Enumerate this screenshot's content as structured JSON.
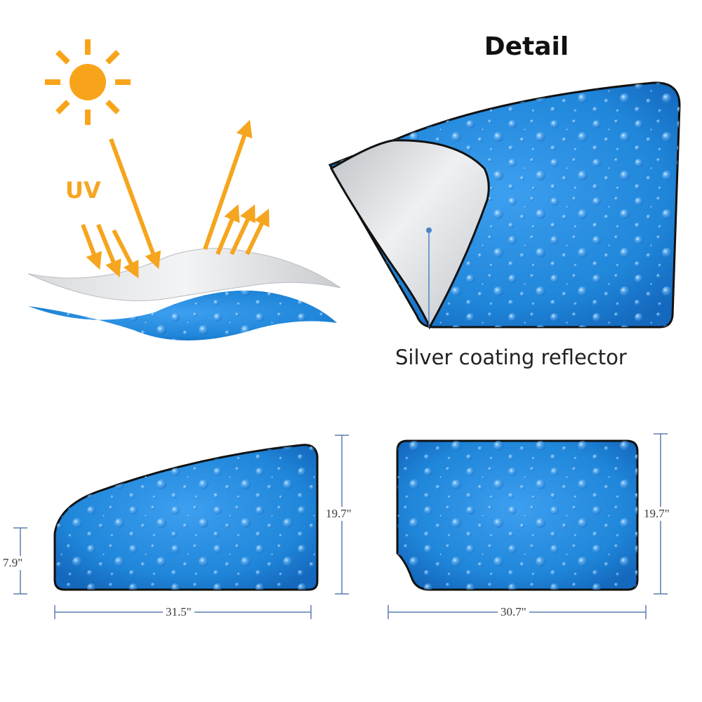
{
  "header": {
    "title": "Detail"
  },
  "uv_diagram": {
    "label": "UV"
  },
  "detail_panel": {
    "callout": "Silver coating reflector"
  },
  "front_shade": {
    "height_label": "19.7\"",
    "short_height_label": "7.9\"",
    "width_label": "31.5\""
  },
  "rear_shade": {
    "height_label": "19.7\"",
    "width_label": "30.7\""
  },
  "colors": {
    "sun": "#f8a41a",
    "arrow": "#f5a51e",
    "fabric_blue": "#1f86d9",
    "silver": "#cfd2d6",
    "edge": "#111111",
    "dimension_line": "#5a7fae"
  }
}
